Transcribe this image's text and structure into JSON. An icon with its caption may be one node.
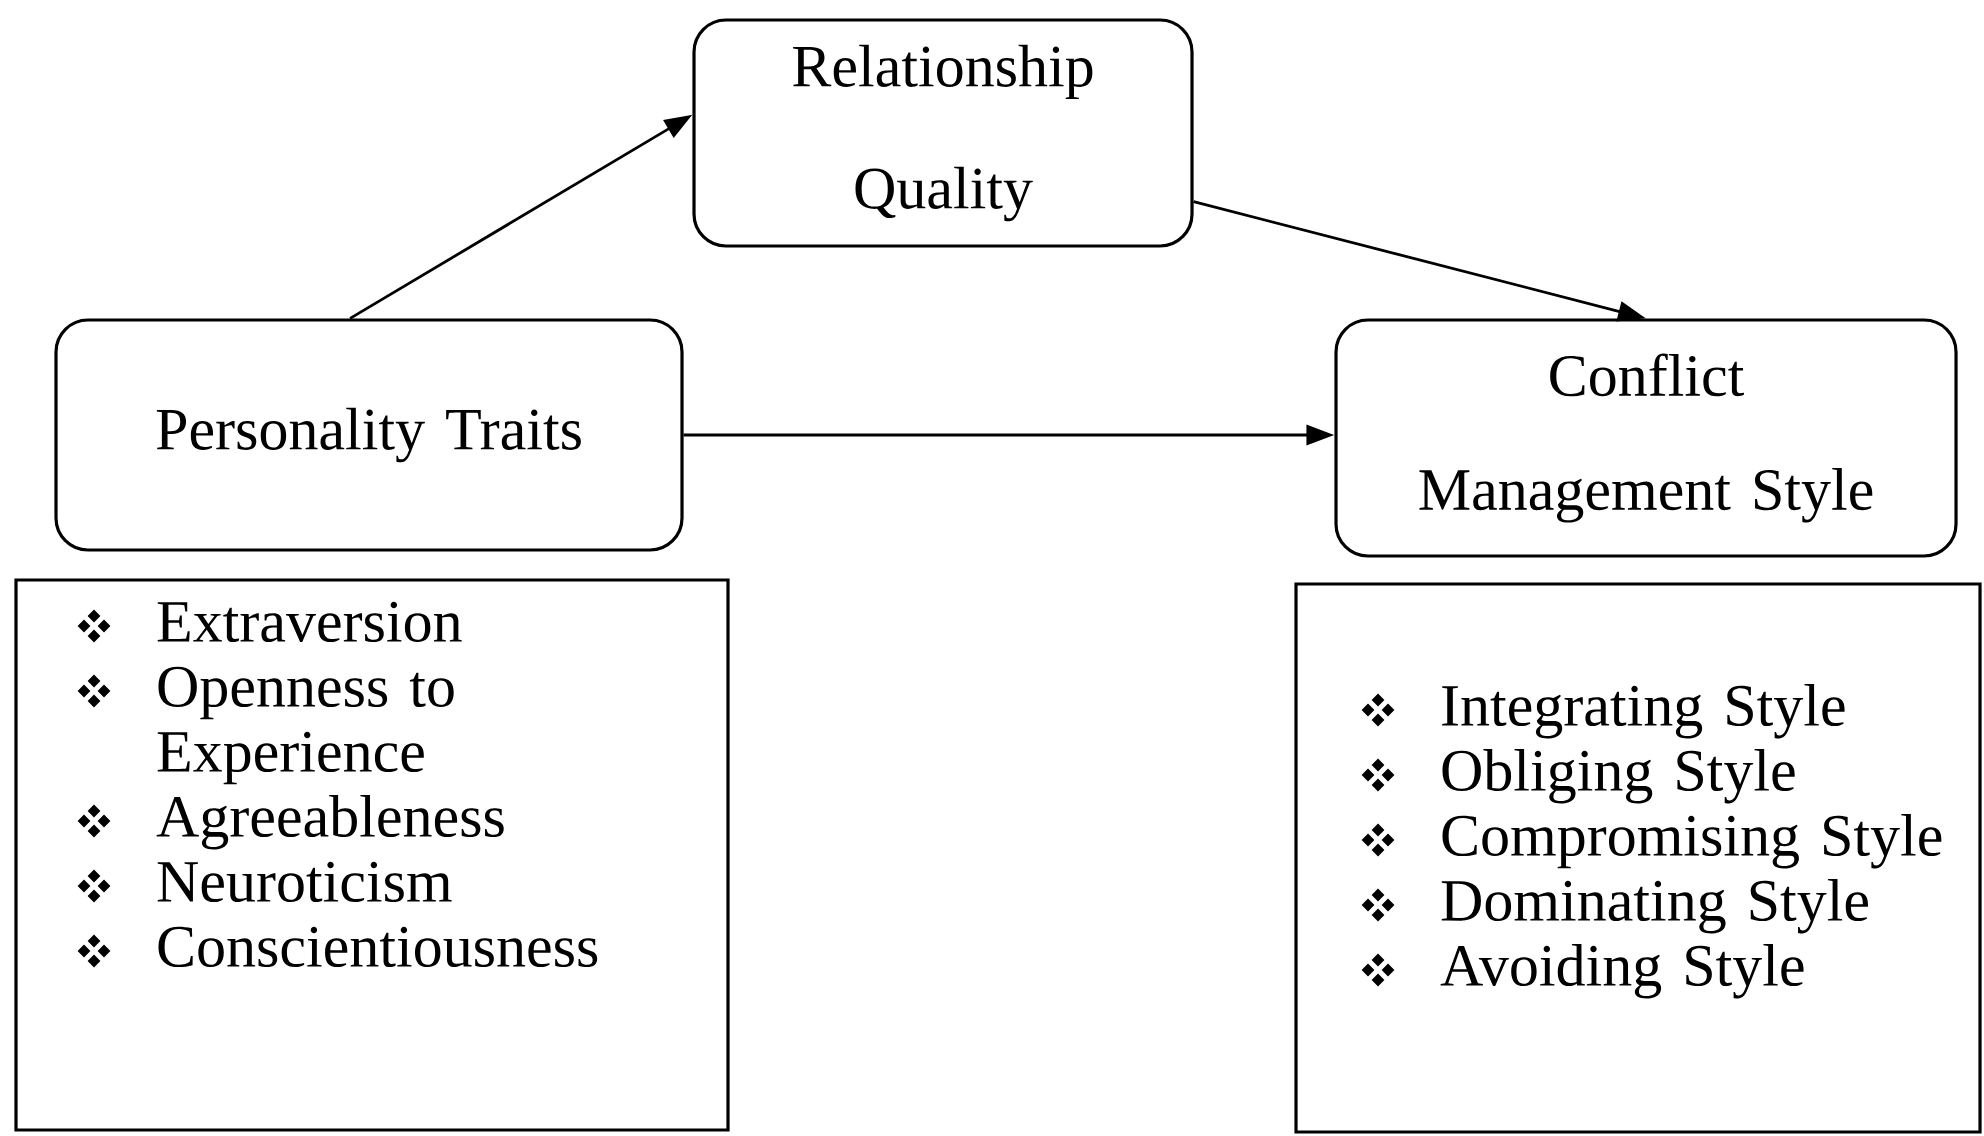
{
  "diagram": {
    "nodes": [
      {
        "text": [
          "Relationship Quality"
        ]
      },
      {
        "text": [
          "Personality Traits"
        ]
      },
      {
        "text": [
          "Conflict Management Style"
        ]
      },
      {
        "text": [
          "Extraversion",
          "Openness to Experience",
          "Agreeableness",
          "Neuroticism",
          "Conscientiousness"
        ]
      },
      {
        "text": [
          "Integrating Style",
          "Obliging Style",
          "Compromising Style",
          "Dominating Style",
          "Avoiding Style"
        ]
      }
    ],
    "edges": [
      {
        "from": 1,
        "to": 0,
        "arrow": "to"
      },
      {
        "from": 0,
        "to": 2,
        "arrow": "to"
      },
      {
        "from": 1,
        "to": 2,
        "arrow": "to"
      }
    ]
  }
}
